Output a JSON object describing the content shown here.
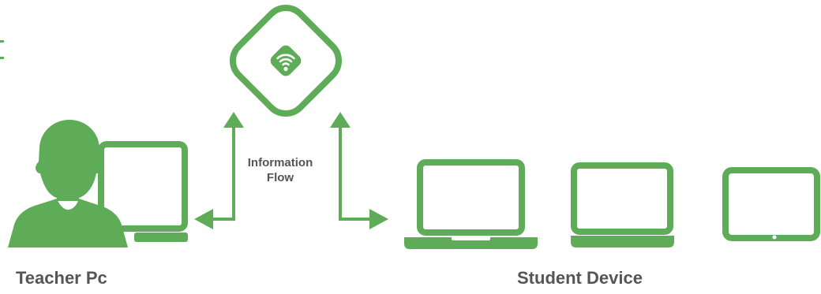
{
  "colors": {
    "accent": "#5fac58",
    "text": "#555555"
  },
  "diagram": {
    "flow_label_line1": "Information",
    "flow_label_line2": "Flow",
    "teacher_label": "Teacher Pc",
    "student_label": "Student Device"
  },
  "icons": {
    "edge_fragment": "edge-fragment-icon",
    "teacher_person": "person-icon",
    "teacher_monitor": "monitor-icon",
    "wifi_hub": "wifi-router-icon",
    "student_laptop_1": "laptop-icon",
    "student_laptop_2": "laptop-icon",
    "student_tablet": "tablet-icon",
    "arrows": "arrow-icon"
  }
}
